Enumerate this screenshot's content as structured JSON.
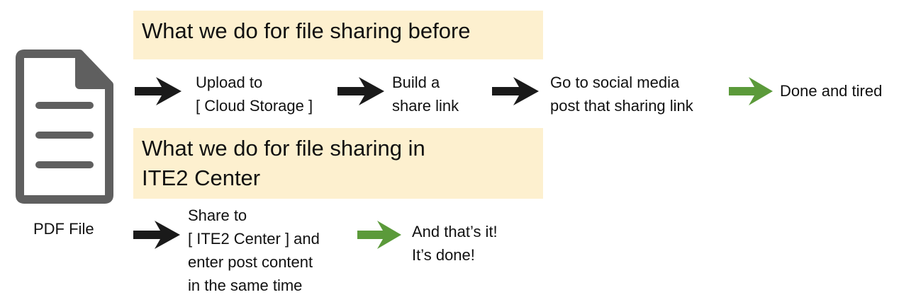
{
  "colors": {
    "banner_bg": "#fdf0cf",
    "arrow_dark": "#1a1a1a",
    "arrow_green": "#5b9a3a",
    "doc_icon": "#5f5f5f"
  },
  "document": {
    "icon": "document-icon",
    "label": "PDF File"
  },
  "before": {
    "title": "What we do for file sharing before",
    "steps": [
      {
        "lines": [
          "Upload to",
          "[ Cloud Storage ]"
        ]
      },
      {
        "lines": [
          "Build a",
          "share link"
        ]
      },
      {
        "lines": [
          "Go to social media",
          "post that sharing link"
        ]
      },
      {
        "lines": [
          "Done and tired"
        ]
      }
    ]
  },
  "ite2": {
    "title_lines": [
      "What we do for file sharing in",
      "ITE2 Center"
    ],
    "steps": [
      {
        "lines": [
          "Share to",
          "[ ITE2 Center ] and",
          "enter post content",
          "in the same time"
        ]
      },
      {
        "lines": [
          "And that’s it!",
          "It’s done!"
        ]
      }
    ]
  }
}
